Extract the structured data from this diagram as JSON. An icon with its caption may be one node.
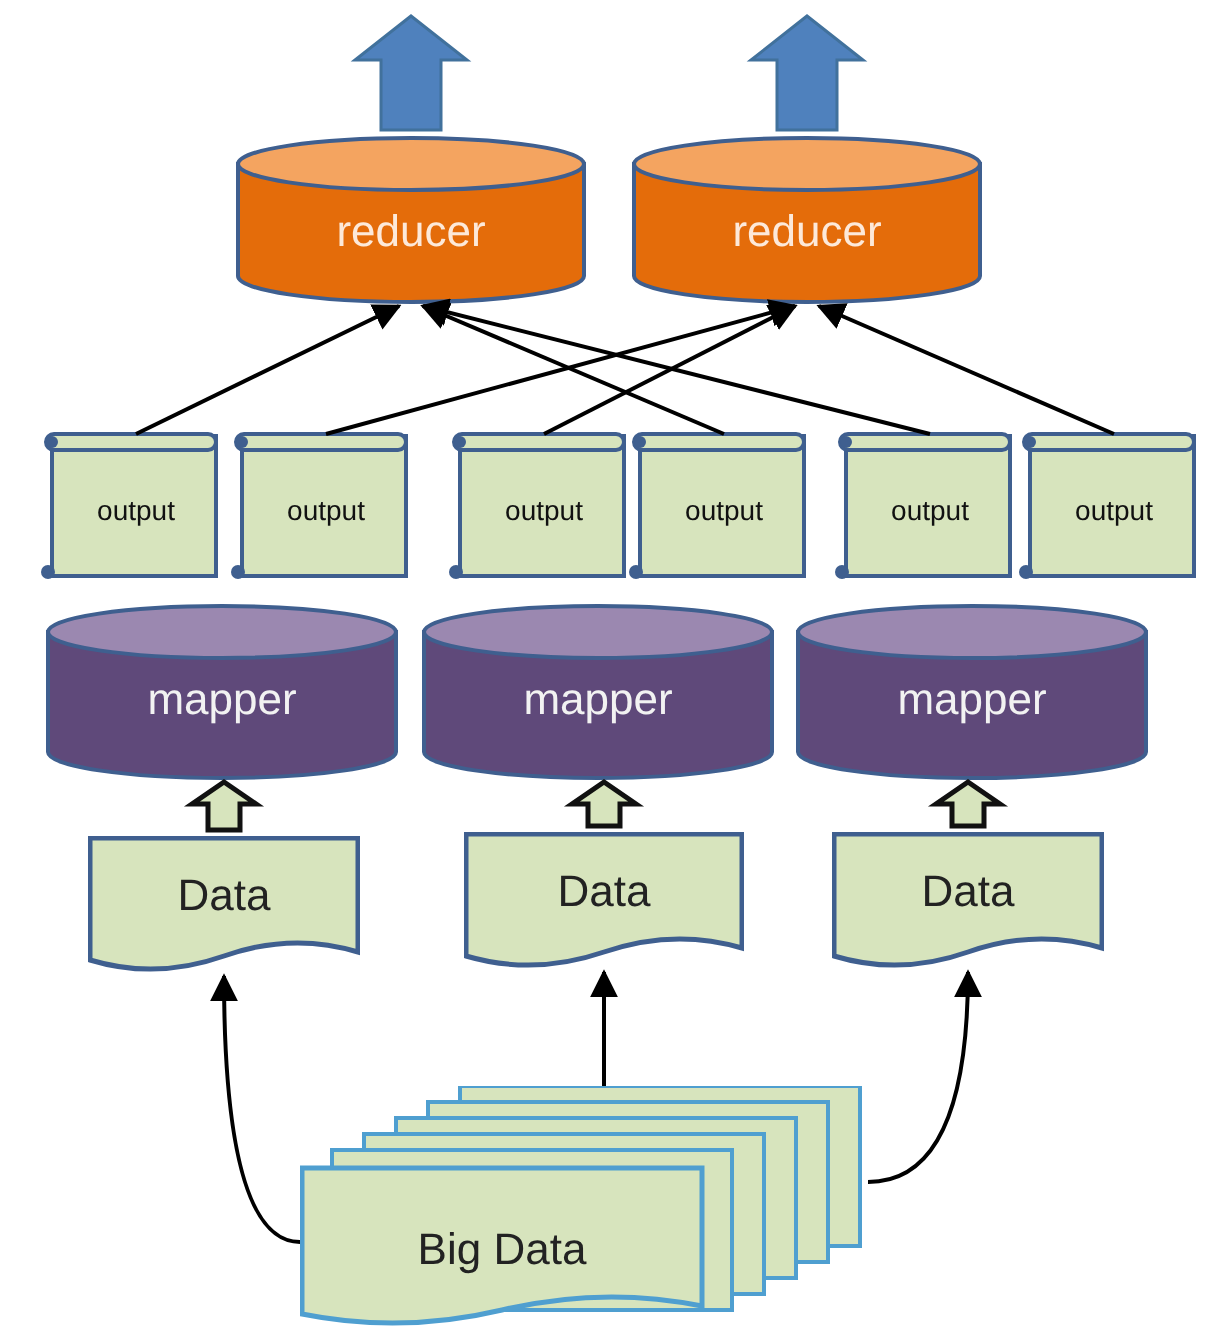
{
  "diagram": {
    "nodes": [
      {
        "text": [
          "reducer"
        ]
      },
      {
        "text": [
          "reducer"
        ]
      },
      {
        "text": [
          "output"
        ]
      },
      {
        "text": [
          "output"
        ]
      },
      {
        "text": [
          "output"
        ]
      },
      {
        "text": [
          "output"
        ]
      },
      {
        "text": [
          "output"
        ]
      },
      {
        "text": [
          "output"
        ]
      },
      {
        "text": [
          "mapper"
        ]
      },
      {
        "text": [
          "mapper"
        ]
      },
      {
        "text": [
          "mapper"
        ]
      },
      {
        "text": [
          "Data"
        ]
      },
      {
        "text": [
          "Data"
        ]
      },
      {
        "text": [
          "Data"
        ]
      },
      {
        "text": [
          "Big Data"
        ]
      }
    ],
    "edges": [
      {
        "from": 0,
        "to": null,
        "arrow": "to",
        "style": "thick",
        "color": "#4f81bd"
      },
      {
        "from": 1,
        "to": null,
        "arrow": "to",
        "style": "thick",
        "color": "#4f81bd"
      },
      {
        "from": 2,
        "to": 0,
        "arrow": "to"
      },
      {
        "from": 3,
        "to": 1,
        "arrow": "to"
      },
      {
        "from": 4,
        "to": 1,
        "arrow": "to"
      },
      {
        "from": 5,
        "to": 0,
        "arrow": "to"
      },
      {
        "from": 6,
        "to": 0,
        "arrow": "to"
      },
      {
        "from": 7,
        "to": 1,
        "arrow": "to"
      },
      {
        "from": 11,
        "to": 8,
        "arrow": "to",
        "style": "thick"
      },
      {
        "from": 12,
        "to": 9,
        "arrow": "to",
        "style": "thick"
      },
      {
        "from": 13,
        "to": 10,
        "arrow": "to",
        "style": "thick"
      },
      {
        "from": 14,
        "to": 11,
        "arrow": "to"
      },
      {
        "from": 14,
        "to": 12,
        "arrow": "to"
      },
      {
        "from": 14,
        "to": 13,
        "arrow": "to"
      }
    ]
  }
}
